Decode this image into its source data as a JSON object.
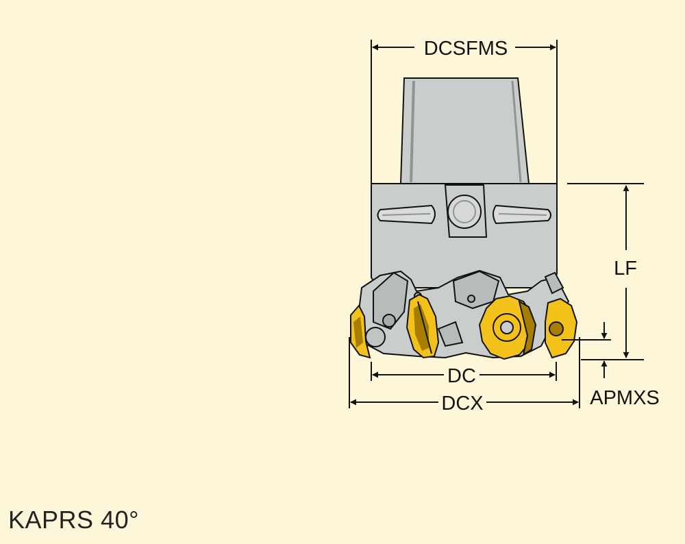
{
  "drawing": {
    "dimensions": {
      "dcsfms": "DCSFMS",
      "lf": "LF",
      "dc": "DC",
      "dcx": "DCX",
      "apmxs": "APMXS"
    },
    "caption": "KAPRS 40°"
  },
  "colors": {
    "background": "#fdf6d8",
    "steel": "#c9cdcc",
    "steel_dark": "#8f9493",
    "insert": "#f3c21a",
    "insert_dark": "#a77d00",
    "line": "#111111"
  }
}
